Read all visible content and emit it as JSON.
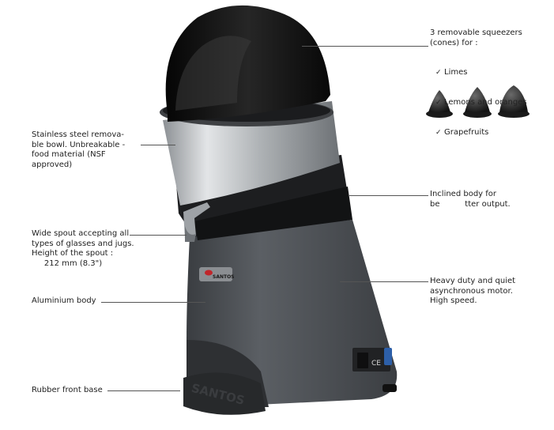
{
  "product": {
    "brand_lettering": "SANTOS"
  },
  "callouts": {
    "cones_heading": "3 removable squeezers\n(cones) for :",
    "cones_items": [
      "Limes",
      "Lemons and oranges",
      "Grapefruits"
    ],
    "check_symbol": "✓",
    "bowl": "Stainless steel remova-\nble bowl. Unbreakable -\nfood material (NSF\napproved)",
    "inclined": "Inclined body for\nbe          tter output.",
    "spout": "Wide spout accepting all\ntypes of glasses and jugs.\nHeight of the spout :\n     212 mm (8.3\")",
    "motor": "Heavy duty and quiet\nasynchronous motor.\nHigh speed.",
    "aluminium": "Aluminium body",
    "rubber": "Rubber front base"
  },
  "icons": [
    "cone-lime-icon",
    "cone-lemon-icon",
    "cone-grapefruit-icon",
    "ce-mark-icon",
    "power-switch-icon"
  ],
  "colors": {
    "body": "#4b4e52",
    "lid": "#111111",
    "steel": "#b9bcbf",
    "collar": "#1d1e20",
    "text": "#222222",
    "leader": "#555555"
  }
}
